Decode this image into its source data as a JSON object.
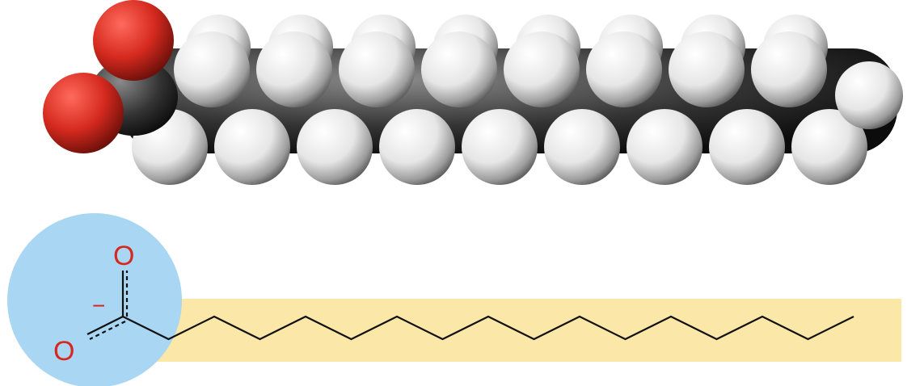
{
  "diagram": {
    "colors": {
      "oxygen": "#d62a1f",
      "carbon": "#3a3a3a",
      "hydrogen": "#f0f0f0",
      "head_circle": "#a9d6f2",
      "tail_band": "#fbe8a8",
      "bond": "#111111",
      "label": "#d6281f"
    },
    "labels": {
      "oxygen_top": "O",
      "oxygen_bottom": "O",
      "charge": "−"
    },
    "chain": {
      "carbon_count": 17
    }
  }
}
